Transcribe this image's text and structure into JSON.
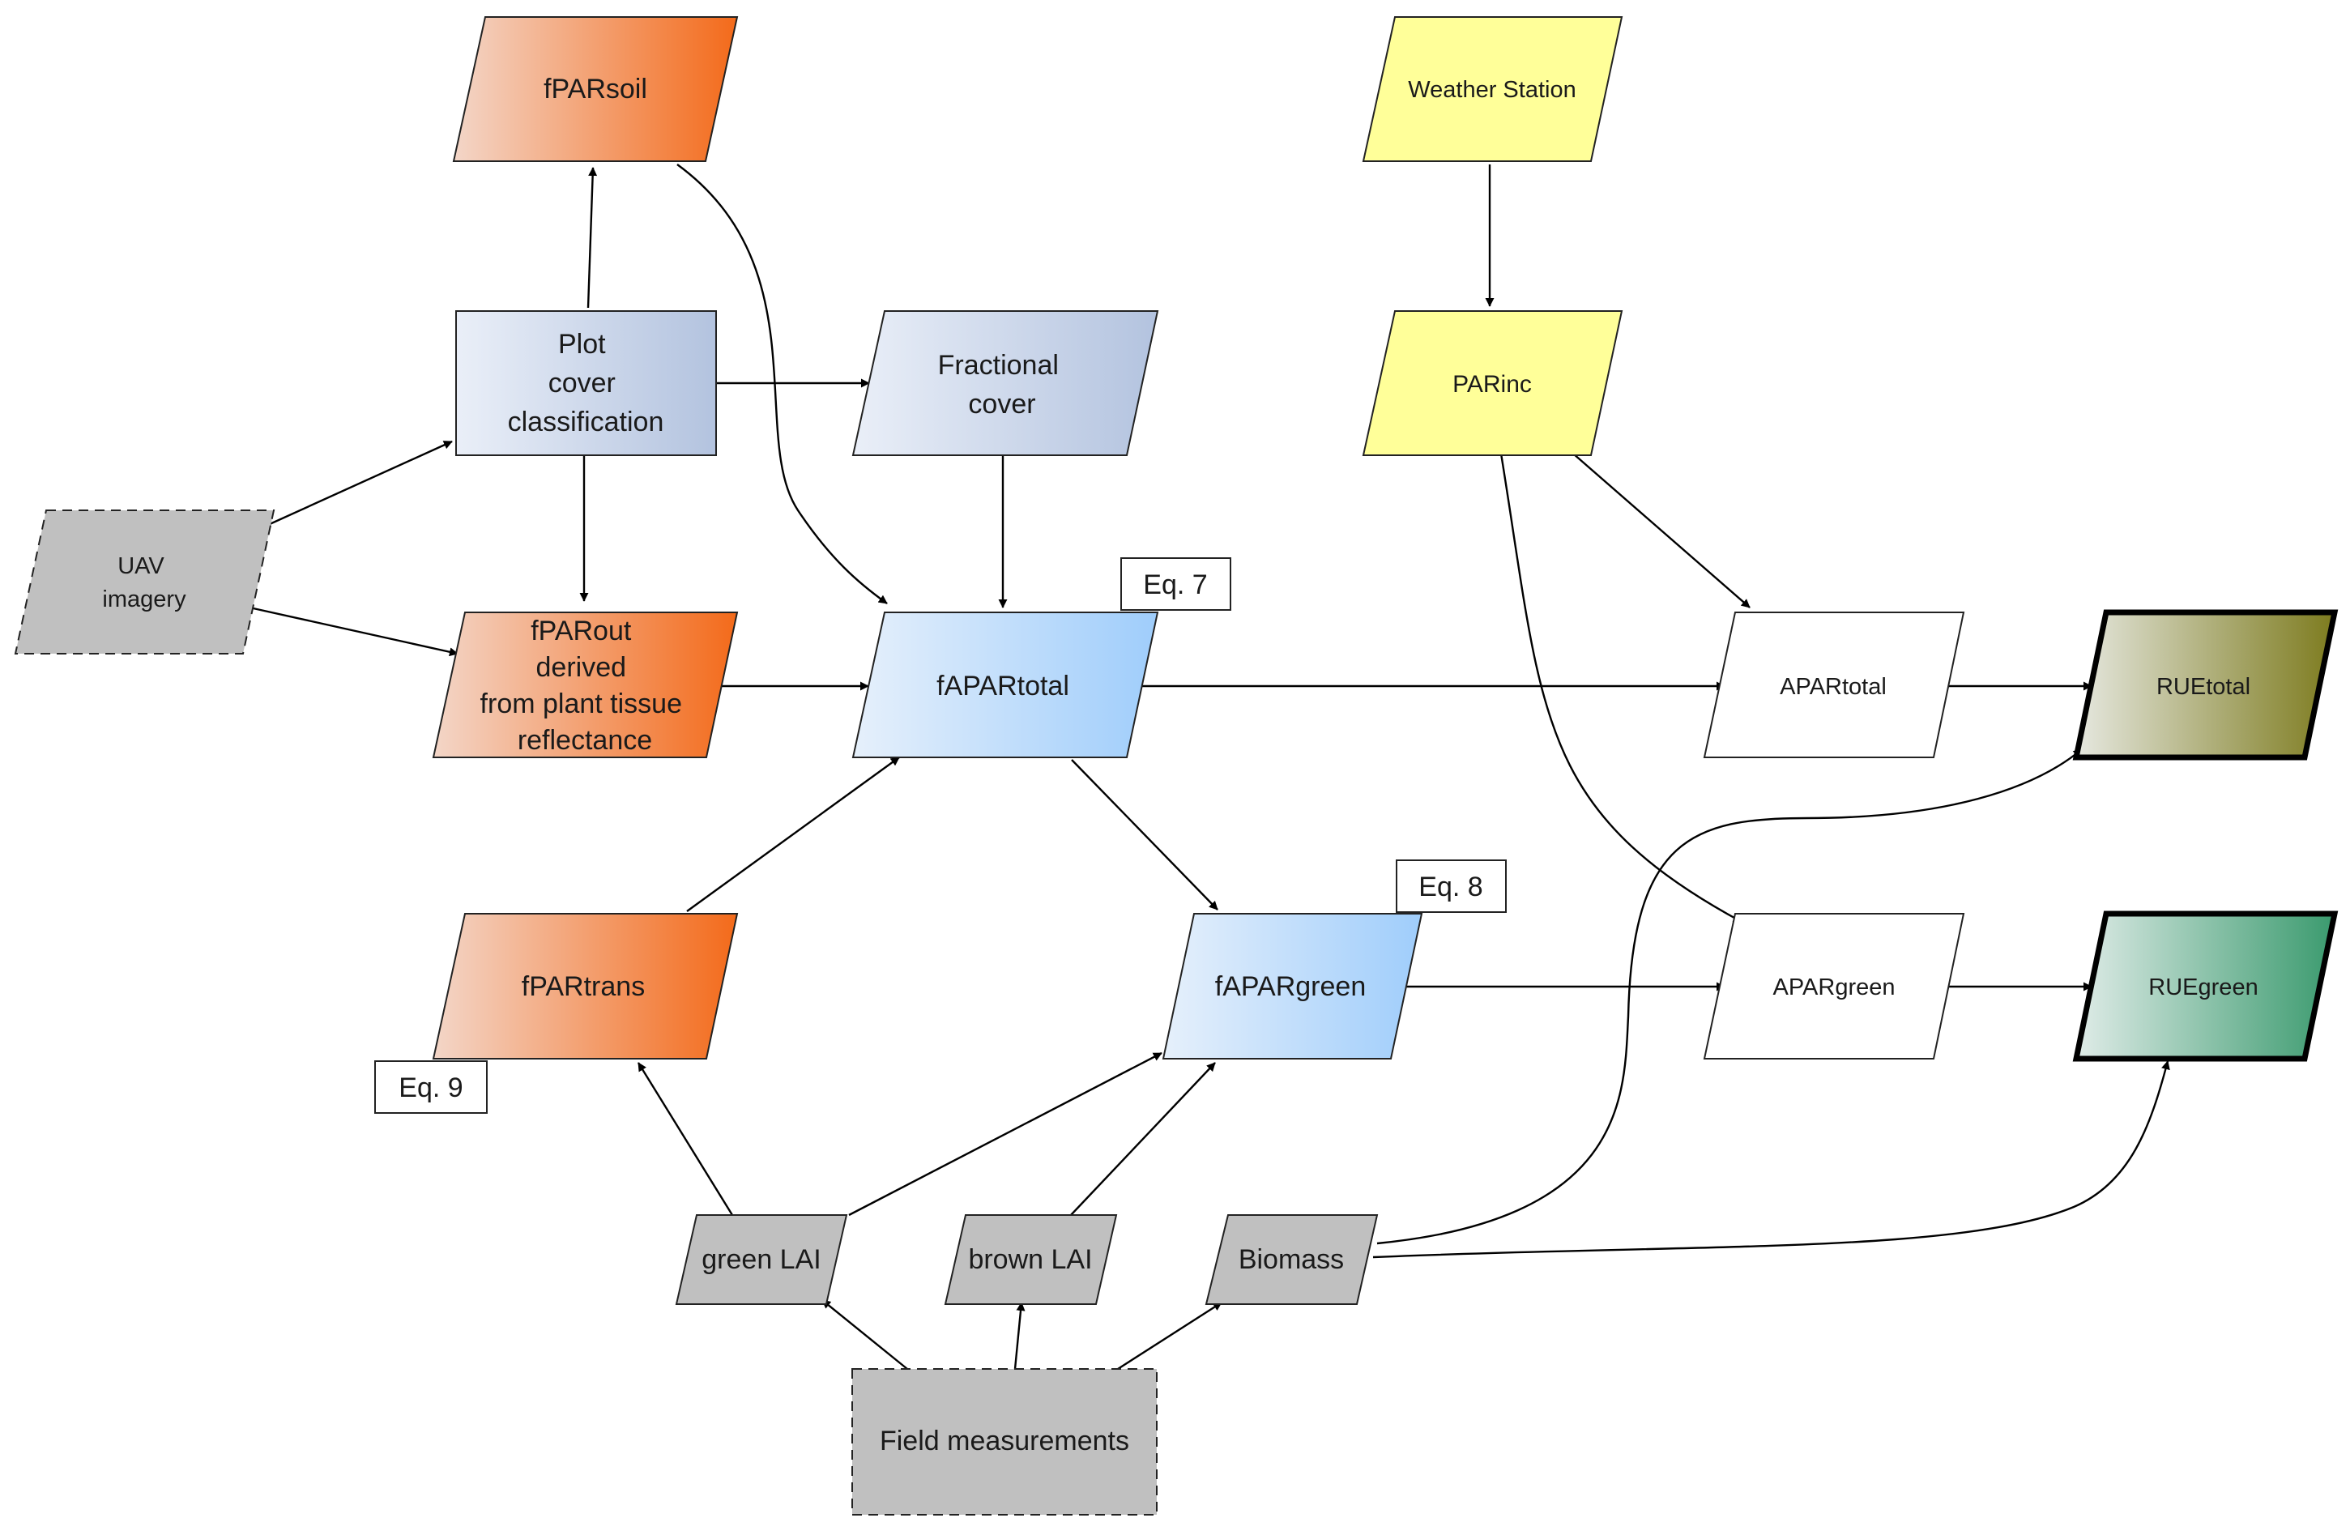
{
  "nodes": {
    "fparsoil": {
      "lines": [
        "fPARsoil"
      ]
    },
    "weather_station": {
      "lines": [
        "Weather Station"
      ]
    },
    "plot_cover": {
      "lines": [
        "Plot",
        "cover",
        "classification"
      ]
    },
    "fractional_cover": {
      "lines": [
        "Fractional",
        "cover"
      ]
    },
    "parinc": {
      "lines": [
        "PARinc"
      ]
    },
    "uav_imagery": {
      "lines": [
        "UAV",
        "imagery"
      ]
    },
    "fparout": {
      "lines": [
        "fPARout",
        "derived",
        "from plant tissue",
        "reflectance"
      ]
    },
    "fapartotal": {
      "lines": [
        "fAPARtotal"
      ]
    },
    "apartotal": {
      "lines": [
        "APARtotal"
      ]
    },
    "ruetotal": {
      "lines": [
        "RUEtotal"
      ]
    },
    "fpartrans": {
      "lines": [
        "fPARtrans"
      ]
    },
    "fapargreen": {
      "lines": [
        "fAPARgreen"
      ]
    },
    "apargreen": {
      "lines": [
        "APARgreen"
      ]
    },
    "ruegreen": {
      "lines": [
        "RUEgreen"
      ]
    },
    "green_lai": {
      "lines": [
        "green LAI"
      ]
    },
    "brown_lai": {
      "lines": [
        "brown LAI"
      ]
    },
    "biomass": {
      "lines": [
        "Biomass"
      ]
    },
    "field_measurements": {
      "lines": [
        "Field measurements"
      ]
    }
  },
  "equations": {
    "eq7": "Eq. 7",
    "eq8": "Eq. 8",
    "eq9": "Eq. 9"
  },
  "edges": [
    {
      "from": "plot_cover",
      "to": "fparsoil"
    },
    {
      "from": "weather_station",
      "to": "parinc"
    },
    {
      "from": "plot_cover",
      "to": "fractional_cover"
    },
    {
      "from": "uav_imagery",
      "to": "plot_cover"
    },
    {
      "from": "uav_imagery",
      "to": "fparout"
    },
    {
      "from": "plot_cover",
      "to": "fparout"
    },
    {
      "from": "fparsoil",
      "to": "fapartotal"
    },
    {
      "from": "fractional_cover",
      "to": "fapartotal"
    },
    {
      "from": "fparout",
      "to": "fapartotal"
    },
    {
      "from": "fpartrans",
      "to": "fapartotal"
    },
    {
      "from": "fapartotal",
      "to": "apartotal"
    },
    {
      "from": "parinc",
      "to": "apartotal"
    },
    {
      "from": "parinc",
      "to": "apargreen"
    },
    {
      "from": "apartotal",
      "to": "ruetotal"
    },
    {
      "from": "fapartotal",
      "to": "fapargreen"
    },
    {
      "from": "fapargreen",
      "to": "apargreen"
    },
    {
      "from": "apargreen",
      "to": "ruegreen"
    },
    {
      "from": "green_lai",
      "to": "fpartrans"
    },
    {
      "from": "green_lai",
      "to": "fapargreen"
    },
    {
      "from": "brown_lai",
      "to": "fapargreen"
    },
    {
      "from": "biomass",
      "to": "ruetotal"
    },
    {
      "from": "biomass",
      "to": "ruegreen"
    },
    {
      "from": "field_measurements",
      "to": "green_lai"
    },
    {
      "from": "field_measurements",
      "to": "brown_lai"
    },
    {
      "from": "field_measurements",
      "to": "biomass"
    }
  ],
  "colors": {
    "orange_light": "#f3d6c8",
    "orange_dark": "#f36a1a",
    "blue_grey_light": "#eaeff8",
    "blue_grey_dark": "#b3c3df",
    "sky_light": "#e6f0fb",
    "sky_dark": "#9fcdfb",
    "yellow": "#ffff99",
    "grey": "#c0c0c0",
    "olive_light": "#e6e8e0",
    "olive_dark": "#7d7b1e",
    "teal_light": "#e0ece8",
    "teal_dark": "#3a9a6e"
  }
}
